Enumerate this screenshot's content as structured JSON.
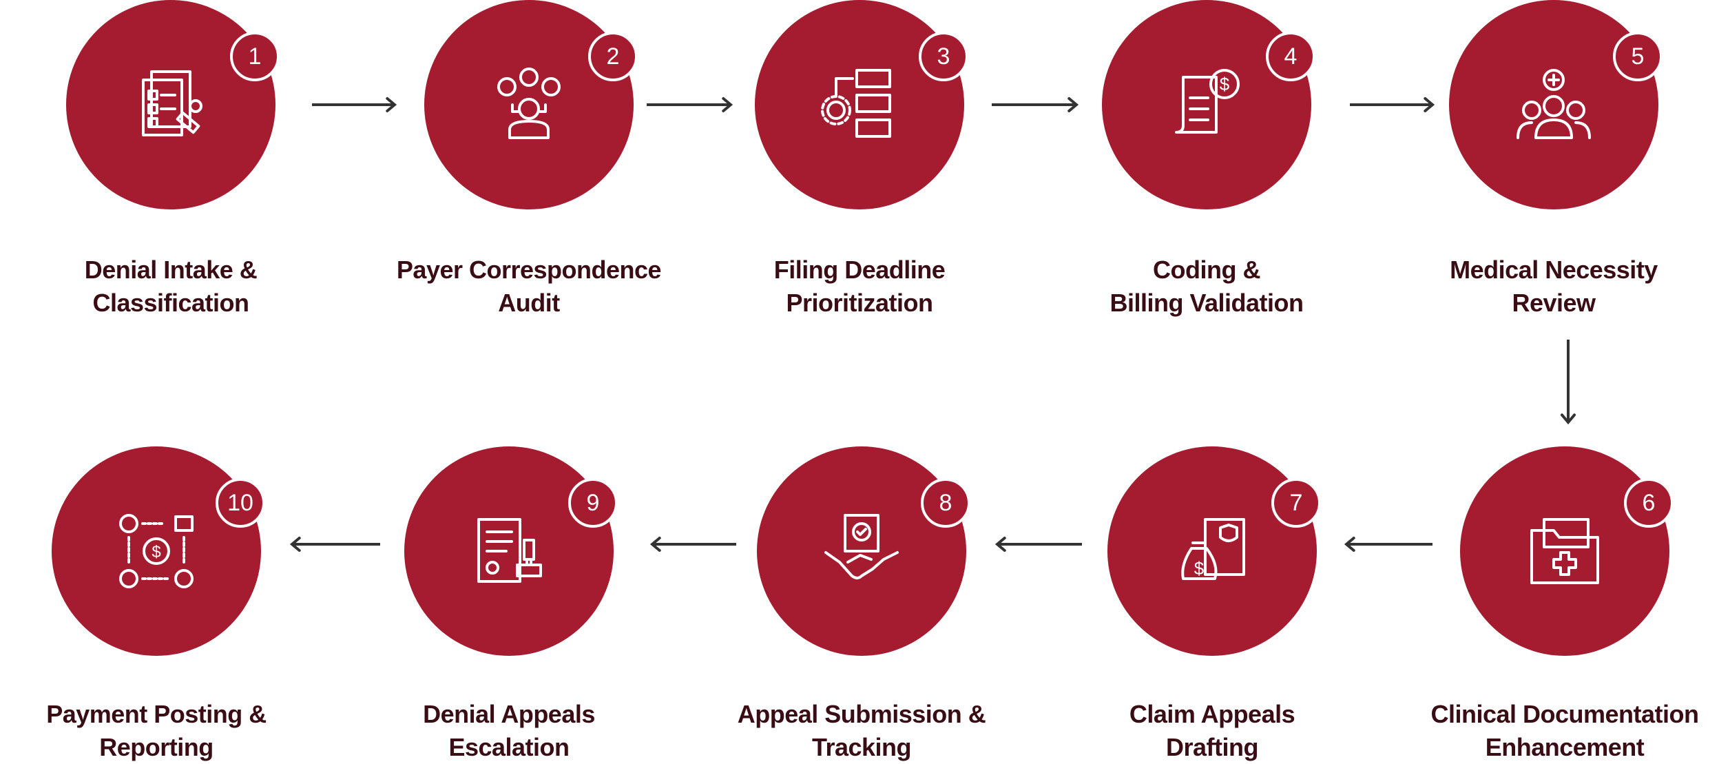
{
  "colors": {
    "circle": "#A51C30",
    "text": "#3A0D15",
    "arrow": "#333333",
    "icon": "#FFFFFF"
  },
  "steps": [
    {
      "number": "1",
      "line1": "Denial Intake &",
      "line2": "Classification",
      "icon": "document-checklist-stamp-icon"
    },
    {
      "number": "2",
      "line1": "Payer Correspondence",
      "line2": "Audit",
      "icon": "payer-person-icon"
    },
    {
      "number": "3",
      "line1": "Filing Deadline",
      "line2": "Prioritization",
      "icon": "numbered-list-gear-icon"
    },
    {
      "number": "4",
      "line1": "Coding &",
      "line2": "Billing Validation",
      "icon": "invoice-dollar-icon"
    },
    {
      "number": "5",
      "line1": "Medical Necessity",
      "line2": "Review",
      "icon": "medical-team-icon"
    },
    {
      "number": "6",
      "line1": "Clinical Documentation",
      "line2": "Enhancement",
      "icon": "medical-folder-icon"
    },
    {
      "number": "7",
      "line1": "Claim Appeals",
      "line2": "Drafting",
      "icon": "money-bag-document-icon"
    },
    {
      "number": "8",
      "line1": "Appeal Submission &",
      "line2": "Tracking",
      "icon": "handshake-document-icon"
    },
    {
      "number": "9",
      "line1": "Denial Appeals",
      "line2": "Escalation",
      "icon": "document-stamp-icon"
    },
    {
      "number": "10",
      "line1": "Payment Posting &",
      "line2": "Reporting",
      "icon": "payment-cycle-icon"
    }
  ]
}
